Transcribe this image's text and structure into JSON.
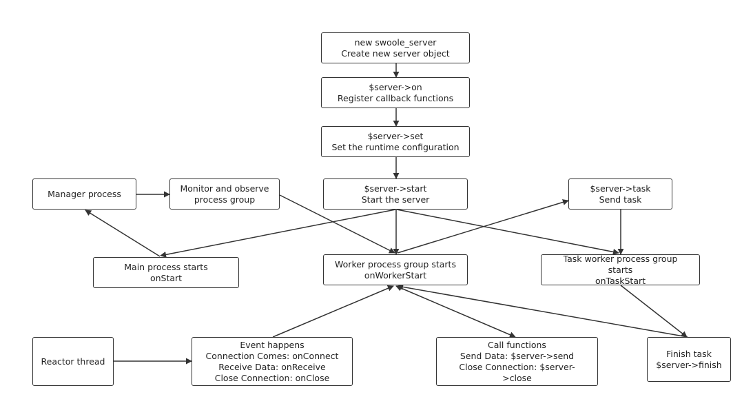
{
  "nodes": {
    "new_server": {
      "line1": "new swoole_server",
      "line2": "Create new server object"
    },
    "server_on": {
      "line1": "$server->on",
      "line2": "Register callback functions"
    },
    "server_set": {
      "line1": "$server->set",
      "line2": "Set the runtime configuration"
    },
    "server_start": {
      "line1": "$server->start",
      "line2": "Start the server"
    },
    "manager_process": {
      "line1": "Manager process"
    },
    "monitor_group": {
      "line1": "Monitor and observe",
      "line2": "process group"
    },
    "server_task": {
      "line1": "$server->task",
      "line2": "Send task"
    },
    "main_process": {
      "line1": "Main process starts",
      "line2": "onStart"
    },
    "worker_group": {
      "line1": "Worker process group starts",
      "line2": "onWorkerStart"
    },
    "task_worker_group": {
      "line1": "Task worker process group",
      "line2": "starts",
      "line3": "onTaskStart"
    },
    "reactor_thread": {
      "line1": "Reactor thread"
    },
    "event_happens": {
      "line1": "Event happens",
      "line2": "Connection Comes: onConnect",
      "line3": "Receive Data: onReceive",
      "line4": "Close Connection: onClose"
    },
    "call_functions": {
      "line1": "Call functions",
      "line2": "Send Data: $server->send",
      "line3": "Close Connection: $server-",
      "line4": ">close"
    },
    "finish_task": {
      "line1": "Finish task",
      "line2": "$server->finish"
    }
  },
  "colors": {
    "stroke": "#333333",
    "text": "#222222",
    "background": "#ffffff"
  }
}
